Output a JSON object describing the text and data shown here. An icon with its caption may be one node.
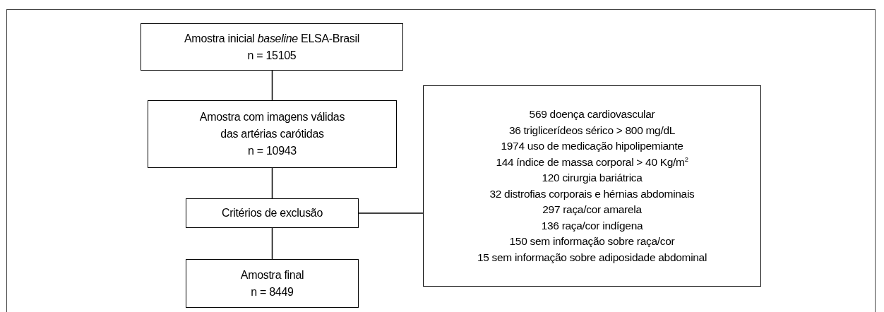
{
  "diagram": {
    "nodes": [
      {
        "text": [
          "Amostra inicial *baseline* ELSA-Brasil",
          "n = 15105"
        ]
      },
      {
        "text": [
          "Amostra com imagens válidas das artérias carótidas",
          "n = 10943"
        ]
      },
      {
        "text": [
          "Critérios de exclusão"
        ]
      },
      {
        "text": [
          "Amostra final",
          "n = 8449"
        ]
      },
      {
        "text": [
          "569 doença cardiovascular",
          "36 triglicerídeos sérico > 800 mg/dL",
          "1974 uso de medicação hipolipemiante",
          "144 índice de massa corporal > 40 Kg/m$^{2}$",
          "120 cirurgia bariátrica",
          "32 distrofias corporais e hérnias abdominais",
          "297 raça/cor amarela",
          "136 raça/cor indígena",
          "150 sem informação sobre raça/cor",
          "15 sem informação sobre adiposidade abdominal"
        ]
      }
    ],
    "edges": [
      {
        "from": 0,
        "to": 1,
        "arrow": "none"
      },
      {
        "from": 1,
        "to": 2,
        "arrow": "none"
      },
      {
        "from": 2,
        "to": 3,
        "arrow": "none"
      },
      {
        "from": 2,
        "to": 4,
        "arrow": "none"
      }
    ]
  }
}
